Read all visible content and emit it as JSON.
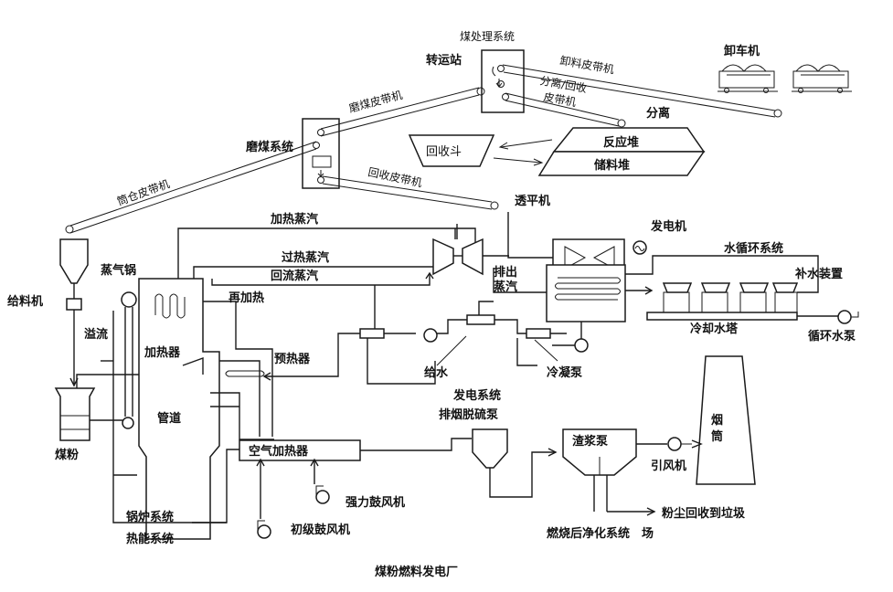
{
  "title": "煤粉燃料发电厂",
  "labels": {
    "coal_handling": "煤处理系统",
    "transfer_station": "转运站",
    "unloader": "卸车机",
    "unload_belt": "卸料皮带机",
    "sep_recovery": "分离/回收",
    "belt": "皮带机",
    "separation": "分离",
    "reaction_pile": "反应堆",
    "storage_pile": "储料堆",
    "recovery_hopper": "回收斗",
    "mill_belt": "磨煤皮带机",
    "mill_system": "磨煤系统",
    "recovery_belt": "回收皮带机",
    "silo_belt": "筒仓皮带机",
    "turbine": "透平机",
    "generator": "发电机",
    "water_cycle": "水循环系统",
    "makeup_device": "补水装置",
    "cooling_tower": "冷却水塔",
    "circ_pump": "循环水泵",
    "heating_steam": "加热蒸汽",
    "superheated_steam": "过热蒸汽",
    "return_steam": "回流蒸汽",
    "exhaust_steam_1": "排出",
    "exhaust_steam_2": "蒸汽",
    "feeder": "给料机",
    "steam_drum": "蒸气锅",
    "reheat": "再加热",
    "overflow": "溢流",
    "heater": "加热器",
    "preheater": "预热器",
    "feedwater": "给水",
    "condensate_pump": "冷凝泵",
    "power_gen_system": "发电系统",
    "flue_desulf_pump": "排烟脱硫泵",
    "pipe": "管道",
    "coal_powder": "煤粉",
    "air_heater": "空气加热器",
    "slurry_pump": "渣浆泵",
    "induced_fan": "引风机",
    "chimney": "烟筒",
    "forced_fan": "强力鼓风机",
    "boiler_system": "锅炉系统",
    "primary_fan": "初级鼓风机",
    "thermal_system": "热能系统",
    "dust_recovery": "粉尘回收到垃圾",
    "post_clean_1": "燃烧后净化系统",
    "post_clean_2": "场"
  }
}
